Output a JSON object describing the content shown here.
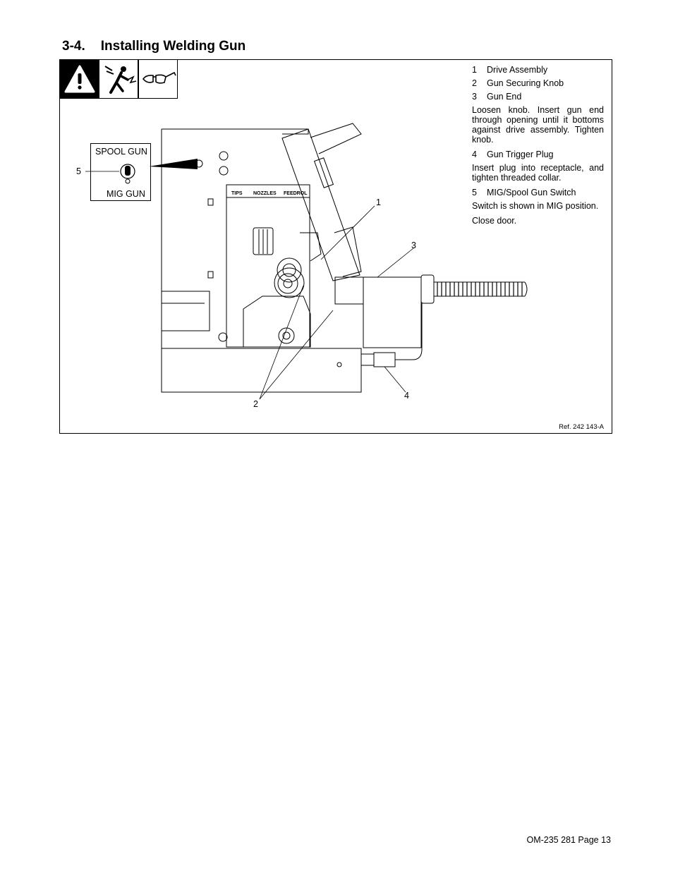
{
  "section": {
    "number": "3-4.",
    "title": "Installing Welding Gun"
  },
  "hazard_icons": [
    "warning-triangle-icon",
    "electric-shock-icon",
    "safety-glasses-icon"
  ],
  "notes": {
    "item1": {
      "num": "1",
      "label": "Drive Assembly"
    },
    "item2": {
      "num": "2",
      "label": "Gun Securing Knob"
    },
    "item3": {
      "num": "3",
      "label": "Gun End"
    },
    "para1": "Loosen knob. Insert gun end through opening until it bottoms against drive assembly. Tighten knob.",
    "item4": {
      "num": "4",
      "label": "Gun Trigger Plug"
    },
    "para2": "Insert plug into receptacle, and tighten threaded collar.",
    "item5": {
      "num": "5",
      "label": "MIG/Spool Gun Switch"
    },
    "para3": "Switch is shown in MIG position.",
    "para4": "Close door."
  },
  "diagram": {
    "switch_top": "SPOOL GUN",
    "switch_bottom": "MIG GUN",
    "panel_labels": [
      "TIPS",
      "NOZZLES",
      "FEEDROL"
    ],
    "callouts": {
      "c1": "1",
      "c2": "2",
      "c3": "3",
      "c4": "4",
      "c5": "5"
    },
    "ref": "Ref. 242 143-A"
  },
  "footer": "OM-235 281 Page 13"
}
